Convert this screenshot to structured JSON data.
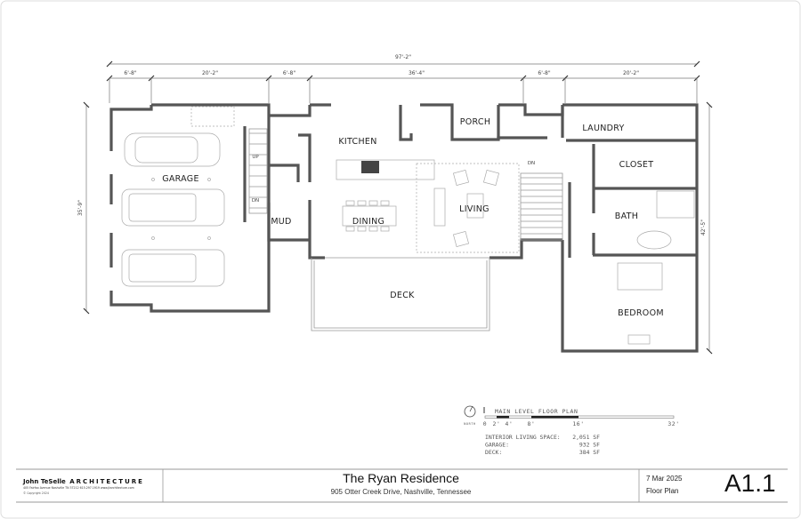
{
  "plan": {
    "rooms": {
      "garage": "GARAGE",
      "mud": "MUD",
      "kitchen": "KITCHEN",
      "dining": "DINING",
      "living": "LIVING",
      "deck": "DECK",
      "porch": "PORCH",
      "laundry": "LAUNDRY",
      "closet": "CLOSET",
      "bath": "BATH",
      "bedroom": "BEDROOM"
    },
    "stair_labels": {
      "garage_up": "UP",
      "garage_dn": "DN",
      "main_dn": "DN"
    },
    "dimensions": {
      "overall_width": "97'-2\"",
      "segments": [
        "6'-8\"",
        "20'-2\"",
        "6'-8\"",
        "36'-4\"",
        "6'-8\"",
        "20'-2\""
      ],
      "left_depth": "35'-9\"",
      "right_depth": "42'-5\""
    }
  },
  "legend": {
    "north_label": "NORTH",
    "title": "MAIN LEVEL FLOOR PLAN",
    "scale_ticks": [
      "0",
      "2'",
      "4'",
      "8'",
      "16'",
      "32'"
    ],
    "areas": [
      {
        "label": "INTERIOR LIVING SPACE:",
        "value": "2,051 SF"
      },
      {
        "label": "GARAGE:",
        "value": "932 SF"
      },
      {
        "label": "DECK:",
        "value": "384 SF"
      }
    ]
  },
  "title_block": {
    "firm_name": "John TeSelle",
    "firm_word": "ARCHITECTURE",
    "firm_address": "405 Fairfax Avenue Nashville TN 37212   615.297.1919   www.jtarchitecture.com",
    "copyright": "© Copyright 2024",
    "project_title": "The Ryan Residence",
    "project_address": "905 Otter Creek Drive, Nashville, Tennessee",
    "date": "7 Mar 2025",
    "sheet_name": "Floor Plan",
    "sheet_number": "A1.1"
  },
  "colors": {
    "wall": "#555555",
    "line": "#999999",
    "text": "#222222"
  }
}
